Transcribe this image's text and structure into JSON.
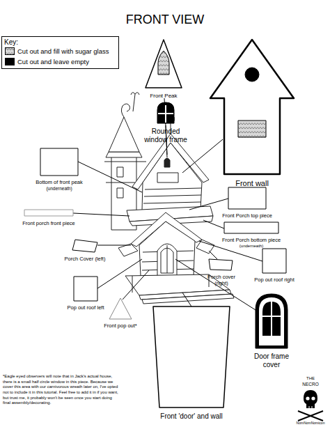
{
  "diagram": {
    "title": "FRONT VIEW",
    "nodes": [
      {
        "text": [
          "Front Peak"
        ]
      },
      {
        "text": [
          "Rounded window frame"
        ]
      },
      {
        "text": [
          "Front wall"
        ]
      },
      {
        "text": [
          "Bottom of front peak",
          "(underneath)"
        ]
      },
      {
        "text": [
          "Front Porch top piece"
        ]
      },
      {
        "text": [
          "Front porch front piece"
        ]
      },
      {
        "text": [
          "Front Porch bottom piece",
          "(underneath)"
        ]
      },
      {
        "text": [
          "Porch Cover (left)"
        ]
      },
      {
        "text": [
          "Pop out roof right"
        ]
      },
      {
        "text": [
          "Pop out roof left"
        ]
      },
      {
        "text": [
          "Front pop out*"
        ]
      },
      {
        "text": [
          "Porch cover (right)"
        ]
      },
      {
        "text": [
          "Door frame cover"
        ]
      },
      {
        "text": [
          "Front 'door' and wall"
        ]
      }
    ],
    "labels": [
      "Key:",
      "*Eagle eyed observers will note that in Jack's actual house, there is a small half circle window in this piece. Because we cover this area with our carnivorous wreath later on, I've opted not to include it in this tutorial. Feel free to add it in if you want, but trust me, it probably won't be seen once you start doing final assembly/decorating.",
      "THE",
      "NECRO",
      "NomNomNomicon"
    ],
    "legend": [
      {
        "text": "Cut out and fill with sugar glass"
      },
      {
        "text": "Cut out and leave empty",
        "color": "#000000"
      }
    ]
  }
}
